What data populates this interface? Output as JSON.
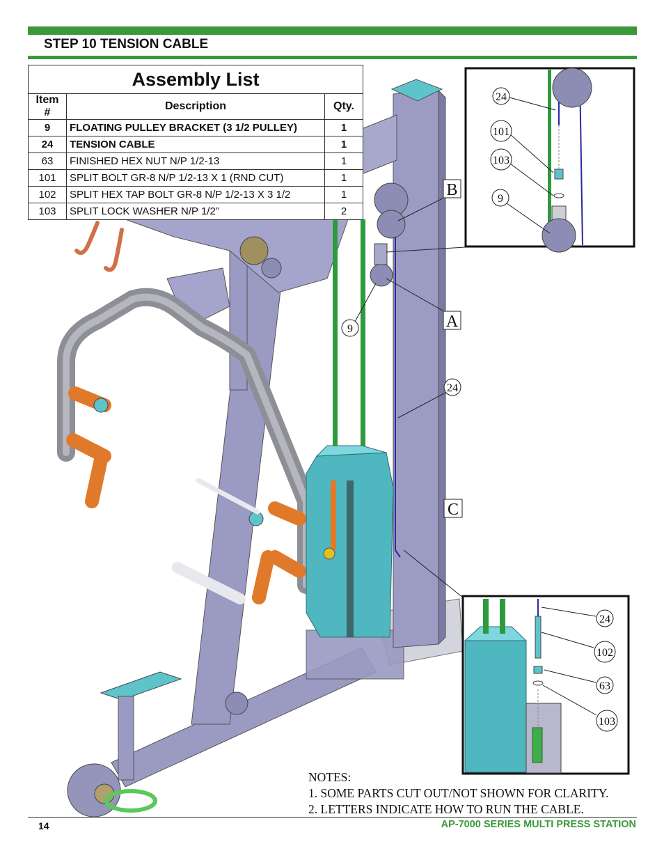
{
  "header": {
    "step_title": "STEP 10 TENSION CABLE"
  },
  "assembly_list": {
    "title": "Assembly List",
    "columns": [
      "Item #",
      "Description",
      "Qty."
    ],
    "rows": [
      {
        "item": "9",
        "description": "FLOATING PULLEY BRACKET (3 1/2 PULLEY)",
        "qty": "1",
        "bold": true
      },
      {
        "item": "24",
        "description": "TENSION CABLE",
        "qty": "1",
        "bold": true
      },
      {
        "item": "63",
        "description": "FINISHED HEX NUT N/P 1/2-13",
        "qty": "1",
        "bold": false
      },
      {
        "item": "101",
        "description": "SPLIT BOLT GR-8 N/P 1/2-13 X 1 (RND CUT)",
        "qty": "1",
        "bold": false
      },
      {
        "item": "102",
        "description": "SPLIT HEX TAP BOLT GR-8 N/P 1/2-13 X 3 1/2",
        "qty": "1",
        "bold": false
      },
      {
        "item": "103",
        "description": "SPLIT LOCK WASHER N/P 1/2”",
        "qty": "2",
        "bold": false
      }
    ]
  },
  "callouts": {
    "main_9": "9",
    "main_24": "24",
    "letter_a": "A",
    "letter_b": "B",
    "letter_c": "C",
    "top_24": "24",
    "top_101": "101",
    "top_103": "103",
    "top_9": "9",
    "bot_24": "24",
    "bot_102": "102",
    "bot_63": "63",
    "bot_103": "103"
  },
  "notes": {
    "heading": "NOTES:",
    "line1": "1. SOME PARTS CUT OUT/NOT SHOWN FOR CLARITY.",
    "line2": "2. LETTERS INDICATE HOW TO RUN THE CABLE."
  },
  "footer": {
    "page_number": "14",
    "product": "AP-7000 SERIES MULTI PRESS STATION"
  },
  "colors": {
    "brand_green": "#3a9a3a",
    "frame_purple": "#9090b8",
    "weight_teal": "#4fb7c0",
    "handle_orange": "#e07a2a",
    "cable_blue": "#2a2aa0",
    "guide_rod_green": "#2e9a3e"
  }
}
